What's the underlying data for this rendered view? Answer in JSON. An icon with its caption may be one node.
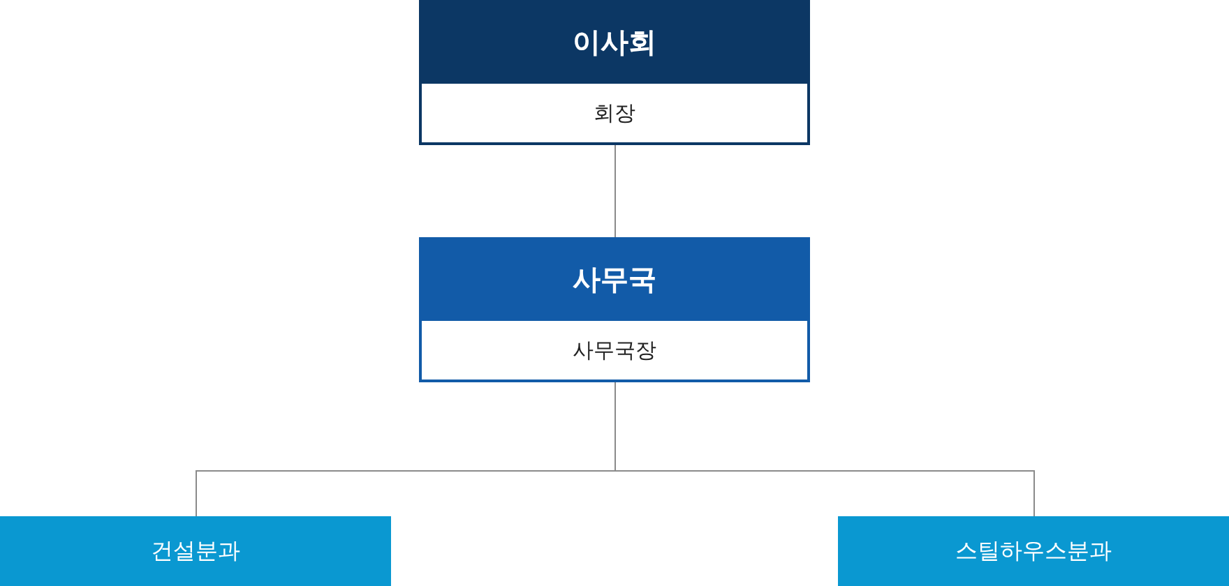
{
  "diagram": {
    "nodes": [
      {
        "text": [
          "이사회",
          "회장"
        ]
      },
      {
        "text": [
          "사무국",
          "사무국장"
        ]
      },
      {
        "text": [
          "건설분과"
        ]
      },
      {
        "text": [
          "스틸하우스분과"
        ]
      }
    ],
    "edges": [
      {
        "from": 0,
        "to": 1,
        "arrow": "none"
      },
      {
        "from": 1,
        "to": 2,
        "arrow": "none"
      },
      {
        "from": 1,
        "to": 3,
        "arrow": "none"
      }
    ]
  }
}
